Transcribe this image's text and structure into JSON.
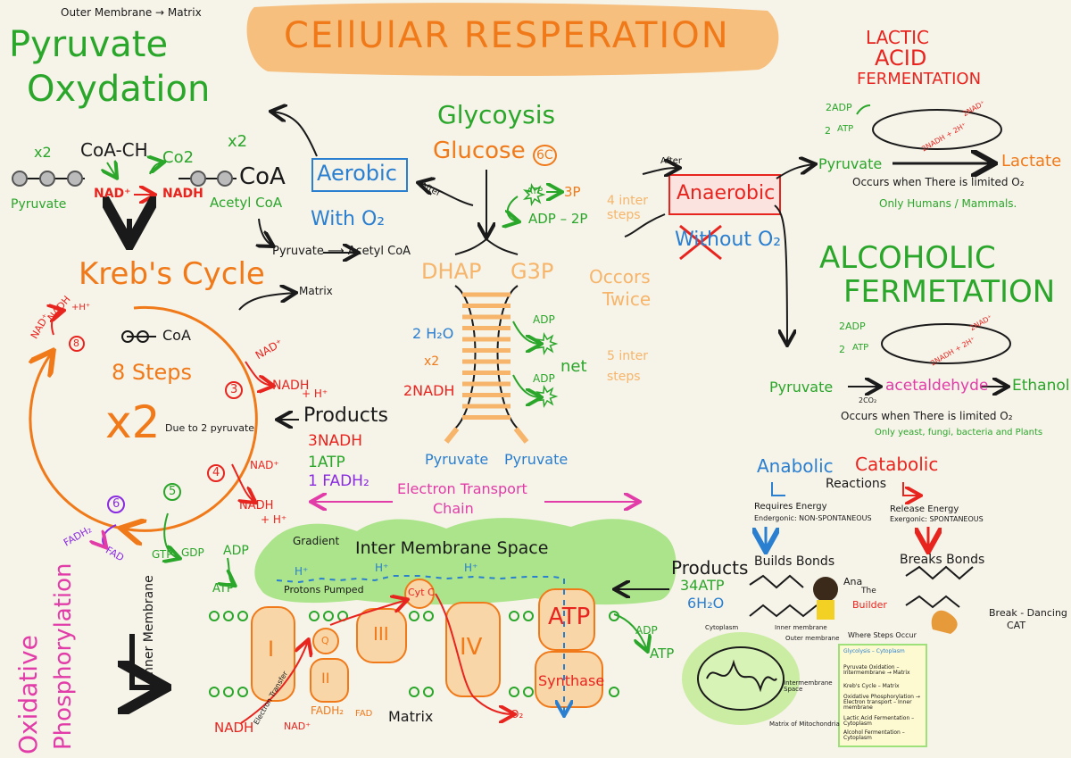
{
  "title": "CEllUlAR RESPERATION",
  "colors": {
    "green": "#2aa62a",
    "red": "#e8241f",
    "orange": "#f07a1a",
    "blue": "#2a7fd0",
    "purple": "#8a2be2",
    "pink": "#e23ca8",
    "lightOrange": "#f6b56a",
    "lightGreen": "#9ee07a",
    "black": "#1a1a1a"
  },
  "pyruvate_oxidation": {
    "note": "Outer Membrane → Matrix",
    "title_line1": "Pyruvate",
    "title_line2": "Oxydation",
    "x2a": "x2",
    "coa_ch": "CoA-CH",
    "co2": "Co2",
    "x2b": "x2",
    "coa": "CoA",
    "pyruvate": "Pyruvate",
    "nad": "NAD⁺",
    "nadh": "NADH",
    "acetyl_coa": "Acetyl CoA"
  },
  "krebs": {
    "title": "Kreb's Cycle",
    "coa": "CoA",
    "steps": "8 Steps",
    "x2": "x2",
    "due": "Due to 2 pyruvate",
    "products_label": "Products",
    "products": [
      "3NADH",
      "1ATP",
      "1 FADH₂"
    ],
    "step8": "8",
    "step3": "3",
    "step4": "4",
    "step5": "5",
    "step6": "6",
    "nad_top": "NAD⁺",
    "nadh_top": "NADH",
    "h_top": "+H⁺",
    "nad_3": "NAD⁺",
    "nadh_3": "NADH",
    "h_3": "+ H⁺",
    "nad_4": "NAD⁺",
    "nadh_4": "NADH",
    "h_4": "+ H⁺",
    "fadh2": "FADH₂",
    "fad": "FAD",
    "gtp": "GTP",
    "gdp": "GDP",
    "adp": "ADP",
    "atp": "ATP",
    "matrix_note": "Matrix"
  },
  "pyruvate_to_acetyl": "Pyruvate ⟶ Acetyl CoA",
  "aerobic": {
    "label": "Aerobic",
    "with": "With O₂",
    "after": "After"
  },
  "glycolysis": {
    "title": "Glycoysis",
    "glucose": "Glucose",
    "six_c": "6C",
    "atp_in": "ATP",
    "three_p": "3P",
    "adp_2p": "ADP – 2P",
    "four_inter": "4 inter",
    "steps": "steps",
    "dhap": "DHAP",
    "g3p": "G3P",
    "occurs": "Occors",
    "twice": "Twice",
    "two_h2o": "2 H₂O",
    "x2": "x2",
    "two_nadh": "2NADH",
    "adp1": "ADP",
    "adp2": "ADP",
    "net": "net",
    "five_inter": "5 inter",
    "steps2": "steps",
    "pyruvate1": "Pyruvate",
    "pyruvate2": "Pyruvate"
  },
  "anaerobic": {
    "label": "Anaerobic",
    "without": "Without O₂",
    "after": "After"
  },
  "lactic": {
    "title_line1": "LACTIC",
    "title_line2": "ACID",
    "title_line3": "FERMENTATION",
    "adp": "2ADP",
    "atp": "ATP",
    "two": "2",
    "nad": "2NAD⁺",
    "nadh": "2NADH + 2H⁺",
    "pyruvate": "Pyruvate",
    "lactate": "Lactate",
    "occurs": "Occurs when There is limited O₂",
    "only": "Only Humans / Mammals."
  },
  "alcoholic": {
    "title_line1": "ALCOHOLIC",
    "title_line2": "FERMETATION",
    "adp": "2ADP",
    "atp": "ATP",
    "two": "2",
    "nad": "2NAD⁺",
    "nadh": "2NADH + 2H⁺",
    "pyruvate": "Pyruvate",
    "co2": "2CO₂",
    "acetaldehyde": "acetaldehyde",
    "ethanol": "Ethanol",
    "occurs": "Occurs when There is limited O₂",
    "only": "Only yeast, fungi, bacteria and Plants"
  },
  "etc": {
    "title_line1": "Electron Transport",
    "title_line2": "Chain",
    "gradient": "Gradient",
    "ims": "Inter Membrane Space",
    "protons": "Protons Pumped",
    "h": "H⁺",
    "complexes": [
      "I",
      "II",
      "III",
      "IV"
    ],
    "q": "Q",
    "cytc": "Cyt C",
    "atp_synthase_top": "ATP",
    "atp_synthase_bottom": "Synthase",
    "products_label": "Products",
    "products_atp": "34ATP",
    "products_h2o": "6H₂O",
    "adp": "ADP",
    "atp": "ATP",
    "inner_membrane": "Inner Membrane",
    "matrix": "Matrix",
    "nadh": "NADH",
    "nad": "NAD⁺",
    "fadh2": "FADH₂",
    "fad": "FAD",
    "o2": "O₂",
    "electron_transfer": "Electron Transfer",
    "ox_line1": "Oxidative",
    "ox_line2": "Phosphorylation"
  },
  "anabolic": {
    "anabolic": "Anabolic",
    "catabolic": "Catabolic",
    "reactions": "Reactions",
    "requires": "Requires Energy",
    "endergonic": "Endergonic: NON-SPONTANEOUS",
    "release": "Release Energy",
    "exergonic": "Exergonic: SPONTANEOUS",
    "builds": "Builds Bonds",
    "breaks": "Breaks Bonds",
    "ana": "Ana",
    "the": "The",
    "builder": "Builder",
    "break_dancing": "Break - Dancing",
    "cat": "CAT"
  },
  "mito": {
    "cytoplasm": "Cytoplasm",
    "inner": "Inner membrane",
    "outer": "Outer membrane",
    "intermembrane": "Intermembrane Space",
    "matrix": "Matrix of Mitochondria",
    "where": "Where Steps Occur",
    "items": [
      "Glycolysis – Cytoplasm",
      "Pyruvate Oxidation – Intermembrane → Matrix",
      "Kreb's Cycle – Matrix",
      "Oxidative Phosphorylation → Electron transport – Inner membrane",
      "Lactic Acid Fermentation – Cytoplasm",
      "Alcohol Fermentation – Cytoplasm"
    ]
  }
}
